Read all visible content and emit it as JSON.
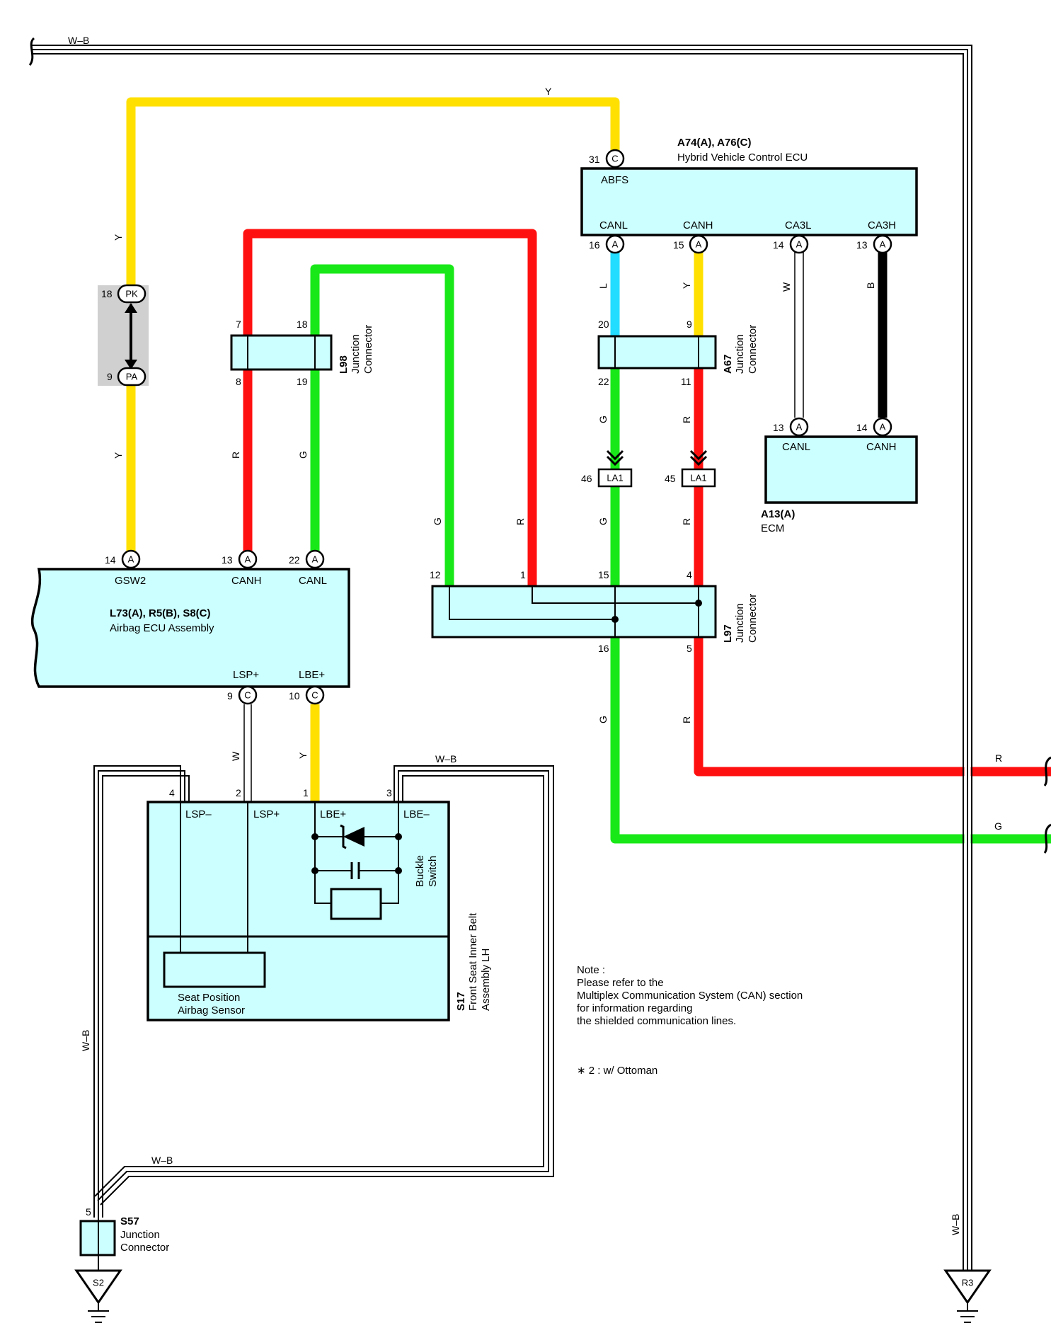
{
  "wire_colors": {
    "Y": "#ffe000",
    "R": "#ff1010",
    "G": "#18e818",
    "L": "#22ddff",
    "B": "#000000",
    "W": "#ffffff"
  },
  "wire_labels": {
    "top_wb": "W–B",
    "top_y": "Y",
    "y_upper": "Y",
    "y_lower": "Y",
    "r_l98": "R",
    "g_l98": "G",
    "g_mid": "G",
    "r_mid": "R",
    "l_a67": "L",
    "y_a67": "Y",
    "w_ecm": "W",
    "b_ecm": "B",
    "g_a67_low": "G",
    "r_a67_low": "R",
    "g_la1": "G",
    "r_la1": "R",
    "g_l97_low": "G",
    "r_l97_low": "R",
    "w_seat": "W",
    "y_seat": "Y",
    "wb_s17": "W–B",
    "r_right": "R",
    "g_right": "G",
    "wb_left": "W–B",
    "wb_bottom": "W–B",
    "wb_r3": "W–B"
  },
  "components": {
    "hybrid_ecu": {
      "code": "A74(A), A76(C)",
      "name": "Hybrid Vehicle Control ECU",
      "terminals": [
        "ABFS",
        "CANL",
        "CANH",
        "CA3L",
        "CA3H"
      ],
      "pins": [
        {
          "num": "31",
          "conn": "C"
        },
        {
          "num": "16",
          "conn": "A"
        },
        {
          "num": "15",
          "conn": "A"
        },
        {
          "num": "14",
          "conn": "A"
        },
        {
          "num": "13",
          "conn": "A"
        }
      ]
    },
    "ecm": {
      "code": "A13(A)",
      "name": "ECM",
      "terminals": [
        "CANL",
        "CANH"
      ],
      "pins": [
        {
          "num": "13",
          "conn": "A"
        },
        {
          "num": "14",
          "conn": "A"
        }
      ]
    },
    "airbag_ecu": {
      "code": "L73(A), R5(B), S8(C)",
      "name": "Airbag ECU Assembly",
      "terminals": [
        "GSW2",
        "CANH",
        "CANL",
        "LSP+",
        "LBE+"
      ],
      "pins": [
        {
          "num": "14",
          "conn": "A"
        },
        {
          "num": "13",
          "conn": "A"
        },
        {
          "num": "22",
          "conn": "A"
        },
        {
          "num": "9",
          "conn": "C"
        },
        {
          "num": "10",
          "conn": "C"
        }
      ]
    },
    "l98": {
      "code": "L98",
      "name": "Junction Connector",
      "pins": [
        "7",
        "18",
        "8",
        "19"
      ]
    },
    "a67": {
      "code": "A67",
      "name": "Junction Connector",
      "pins": [
        "20",
        "9",
        "22",
        "11"
      ]
    },
    "l97": {
      "code": "L97",
      "name": "Junction Connector",
      "pins": [
        "12",
        "1",
        "15",
        "4",
        "16",
        "5"
      ]
    },
    "pk_pa": {
      "pins": [
        {
          "num": "18",
          "conn": "PK"
        },
        {
          "num": "9",
          "conn": "PA"
        }
      ]
    },
    "la1": {
      "pins": [
        {
          "num": "46",
          "conn": "LA1"
        },
        {
          "num": "45",
          "conn": "LA1"
        }
      ]
    },
    "s17": {
      "code": "S17",
      "name_line1": "Front Seat Inner Belt",
      "name_line2": "Assembly LH",
      "terminals": [
        "LSP–",
        "LSP+",
        "LBE+",
        "LBE–"
      ],
      "pins": [
        "4",
        "2",
        "1",
        "3"
      ],
      "buckle_line1": "Buckle",
      "buckle_line2": "Switch",
      "sensor_line1": "Seat Position",
      "sensor_line2": "Airbag Sensor"
    },
    "s57": {
      "code": "S57",
      "name_line1": "Junction",
      "name_line2": "Connector",
      "pin": "5"
    },
    "grounds": [
      "S2",
      "R3"
    ]
  },
  "notes": {
    "line1": "Note :",
    "line2": "Please refer to the",
    "line3": "Multiplex Communication System (CAN) section",
    "line4": "for information regarding",
    "line5": "the shielded communication lines.",
    "footnote": "∗ 2 : w/ Ottoman"
  }
}
